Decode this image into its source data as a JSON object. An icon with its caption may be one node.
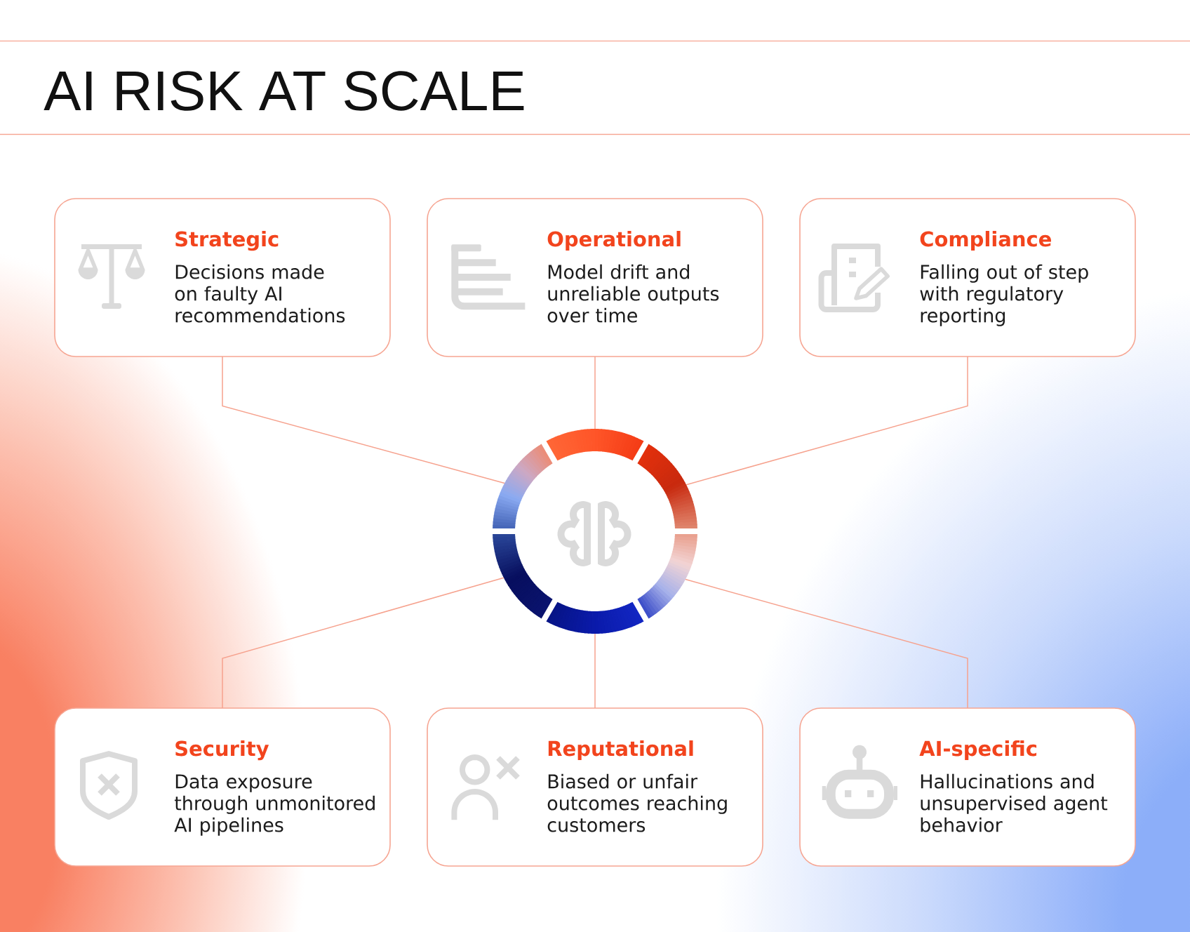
{
  "diagram": {
    "title": "AI RISK AT SCALE",
    "nodes": [
      {
        "text": [
          "Strategic",
          "Decisions made on faulty AI recommendations"
        ]
      },
      {
        "text": [
          "Operational",
          "Model drift and unreliable outputs over time"
        ]
      },
      {
        "text": [
          "Compliance",
          "Falling out of step with regulatory reporting"
        ]
      },
      {
        "text": [],
        "shape": "circle"
      },
      {
        "text": [
          "Security",
          "Data exposure through unmonitored AI pipelines"
        ]
      },
      {
        "text": [
          "Reputational",
          "Biased or unfair outcomes reaching customers"
        ]
      },
      {
        "text": [
          "AI-specific",
          "Hallucinations and unsupervised agent behavior"
        ]
      }
    ],
    "edges": [
      {
        "from": 0,
        "to": 3,
        "arrow": "none"
      },
      {
        "from": 1,
        "to": 3,
        "arrow": "none"
      },
      {
        "from": 2,
        "to": 3,
        "arrow": "none"
      },
      {
        "from": 4,
        "to": 3,
        "arrow": "none"
      },
      {
        "from": 5,
        "to": 3,
        "arrow": "none"
      },
      {
        "from": 6,
        "to": 3,
        "arrow": "none"
      }
    ]
  }
}
